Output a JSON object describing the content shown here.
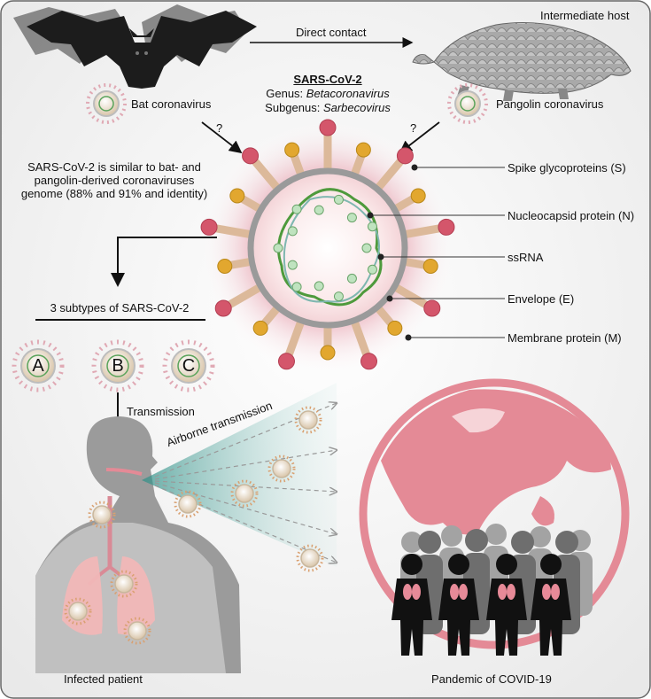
{
  "hosts": {
    "intermediate_host": "Intermediate host",
    "direct_contact": "Direct contact",
    "bat_coronavirus": "Bat coronavirus",
    "pangolin_coronavirus": "Pangolin coronavirus",
    "question_left": "?",
    "question_right": "?"
  },
  "virus": {
    "name": "SARS-CoV-2",
    "genus_prefix": "Genus: ",
    "genus": "Betacoronavirus",
    "subgenus_prefix": "Subgenus: ",
    "subgenus": "Sarbecovirus"
  },
  "similarity": {
    "line1": "SARS-CoV-2 is similar to bat- and",
    "line2": "pangolin-derived coronaviruses",
    "line3": "genome (88% and 91% and identity)"
  },
  "components": [
    {
      "label": "Spike glycoproteins (S)"
    },
    {
      "label": "Nucleocapsid protein (N)"
    },
    {
      "label": "ssRNA"
    },
    {
      "label": "Envelope (E)"
    },
    {
      "label": "Membrane protein (M)"
    }
  ],
  "subtypes": {
    "title": "3 subtypes of SARS-CoV-2",
    "items": [
      "A",
      "B",
      "C"
    ]
  },
  "transmission": {
    "label": "Transmission",
    "airborne": "Airborne transmission",
    "infected_patient": "Infected patient",
    "pandemic": "Pandemic of COVID-19"
  },
  "colors": {
    "spike_red": "#d4566b",
    "spike_yellow": "#e2a72f",
    "stalk": "#dcb99a",
    "envelope": "#9a9a9a",
    "rna_green": "#4e9a3c",
    "rna_bead": "#bfe3bf",
    "globe": "#e48a96",
    "patient": "#9b9b9b",
    "lung": "#f1b7b7"
  }
}
